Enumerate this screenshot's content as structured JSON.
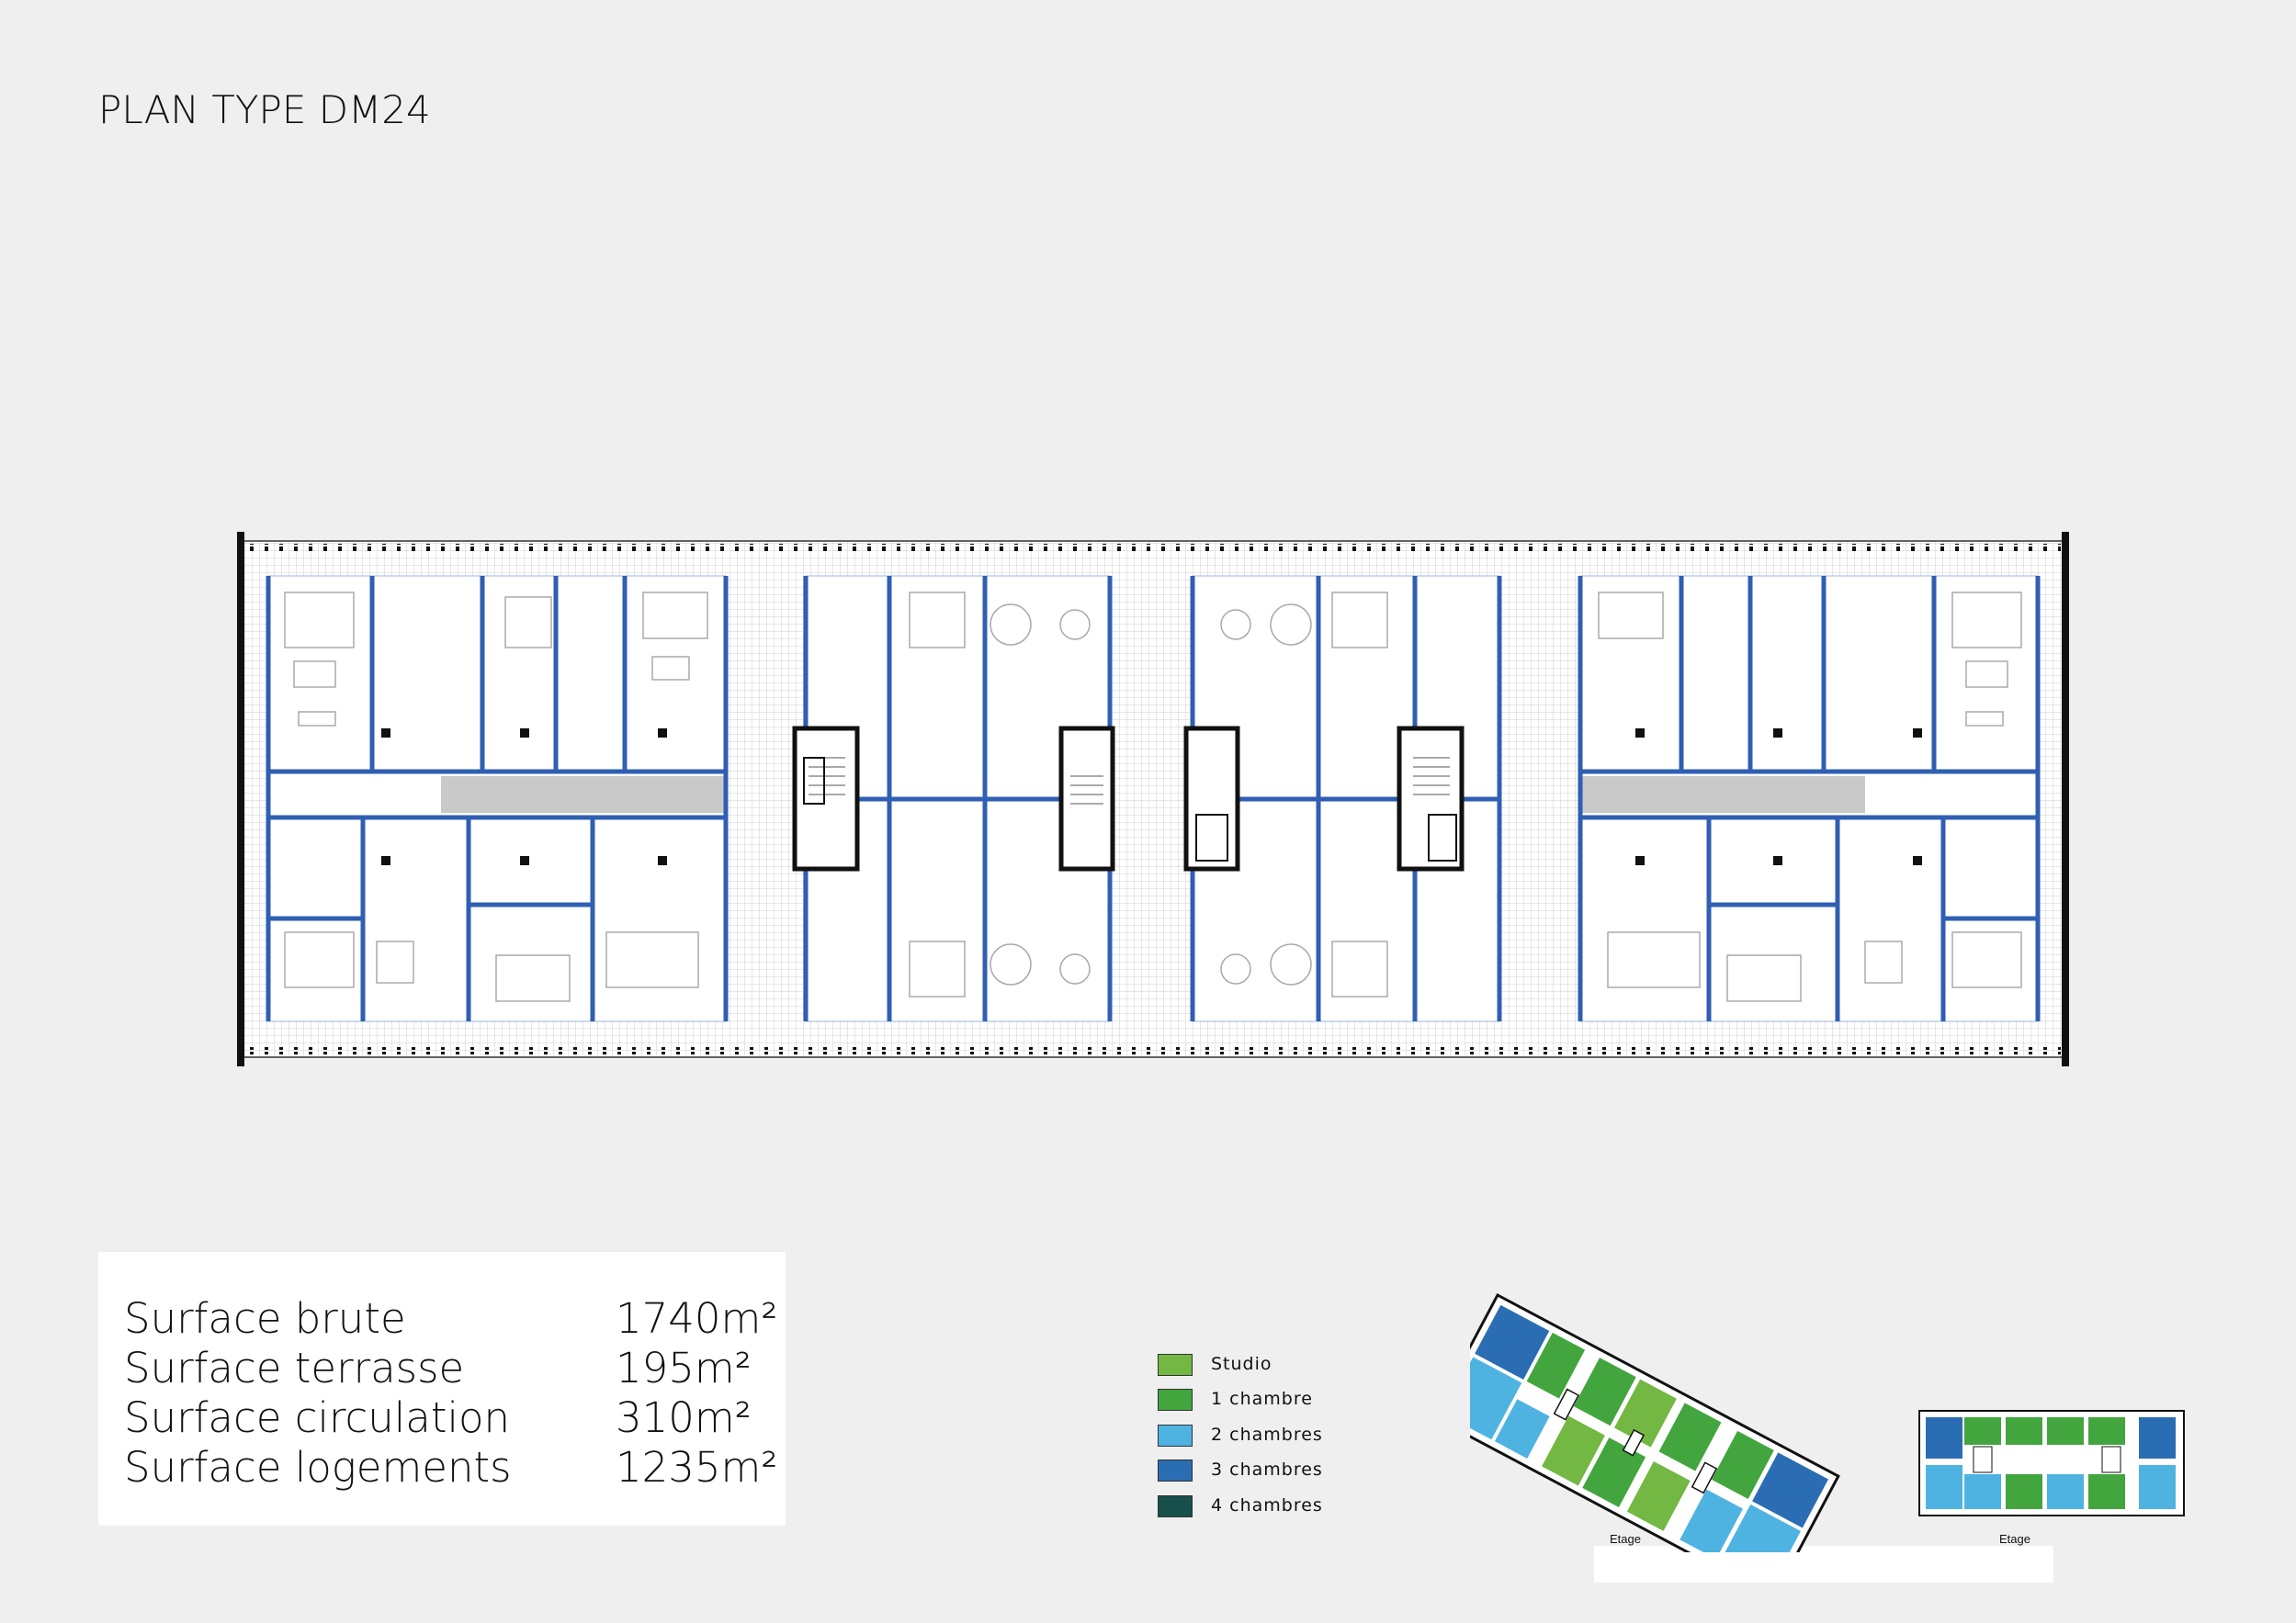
{
  "title": "PLAN TYPE DM24",
  "surfaces": [
    {
      "label": "Surface brute",
      "value": "1740m²"
    },
    {
      "label": "Surface terrasse",
      "value": "195m²"
    },
    {
      "label": "Surface circulation",
      "value": "310m²"
    },
    {
      "label": "Surface logements",
      "value": "1235m²"
    }
  ],
  "legend": [
    {
      "label": "Studio",
      "color": "#73b843"
    },
    {
      "label": "1 chambre",
      "color": "#43a53e"
    },
    {
      "label": "2 chambres",
      "color": "#4fb3e2"
    },
    {
      "label": "3 chambres",
      "color": "#2b6db3"
    },
    {
      "label": "4 chambres",
      "color": "#17504a"
    }
  ],
  "mini_plans": [
    {
      "caption": "Etage"
    },
    {
      "caption": "Etage"
    }
  ],
  "colors": {
    "wall_blue": "#2f5fb3",
    "core_black": "#111111",
    "terrace_grid": "#c9c9c9",
    "corridor": "#c6c6c6"
  }
}
